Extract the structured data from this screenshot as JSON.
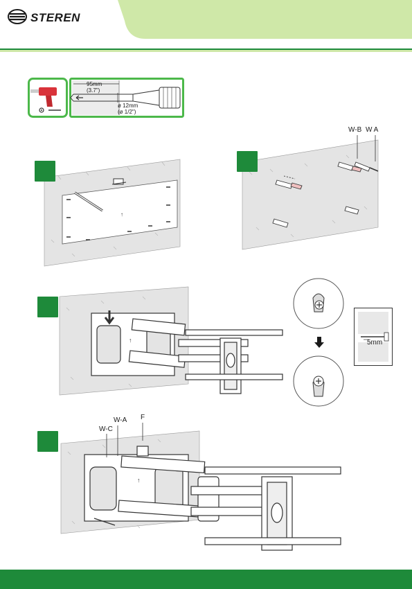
{
  "header": {
    "brand": "STEREN"
  },
  "colors": {
    "brand_green": "#1e8a3a",
    "light_green": "#cfe8a8",
    "panel_green": "#4cb84a",
    "wall": "#e6e6e6"
  },
  "drill_box": {
    "drill_icon": "drill-icon",
    "depth_mm": "95mm",
    "depth_in": "(3.7\")",
    "diameter_mm": "ø 12mm",
    "diameter_in": "(ø 1/2\")"
  },
  "step_2_labels": {
    "wb": "W-B",
    "wa": "W A"
  },
  "step_3_inset": {
    "screw_gap": "5mm"
  },
  "step_4_labels": {
    "f": "F",
    "wa": "W-A",
    "wc": "W-C"
  }
}
